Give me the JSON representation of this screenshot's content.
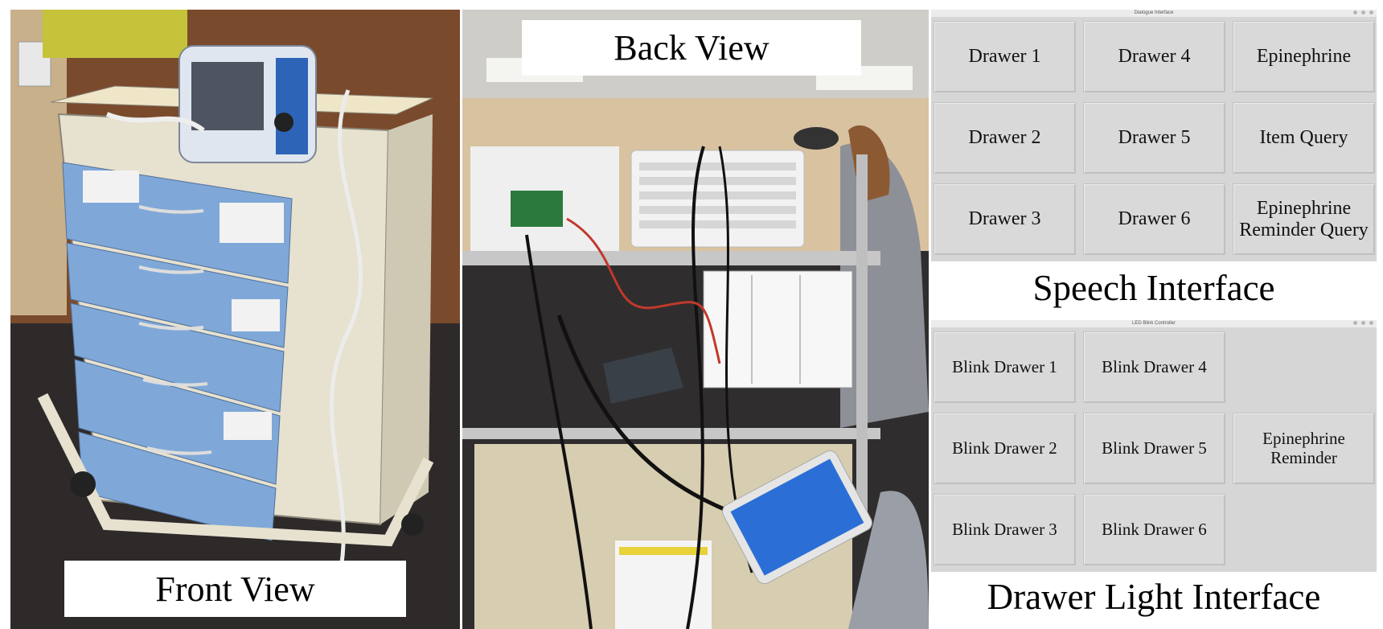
{
  "captions": {
    "front": "Front View",
    "back": "Back View"
  },
  "speech_interface": {
    "window_title": "Dialogue Interface",
    "section_label": "Speech Interface",
    "buttons": [
      "Drawer 1",
      "Drawer 4",
      "Epinephrine",
      "Drawer 2",
      "Drawer 5",
      "Item Query",
      "Drawer 3",
      "Drawer 6",
      "Epinephrine Reminder Query"
    ]
  },
  "led_interface": {
    "window_title": "LED Blink Controller",
    "section_label": "Drawer Light Interface",
    "buttons": [
      "Blink Drawer 1",
      "Blink Drawer 4",
      "",
      "Blink Drawer 2",
      "Blink Drawer 5",
      "Epinephrine Reminder",
      "Blink Drawer 3",
      "Blink Drawer 6",
      ""
    ]
  },
  "colors": {
    "drawer_blue": "#7fa8d8",
    "button_gray": "#d9d9d9",
    "window_gray": "#d6d6d6",
    "screen_blue": "#2b6fd6"
  }
}
